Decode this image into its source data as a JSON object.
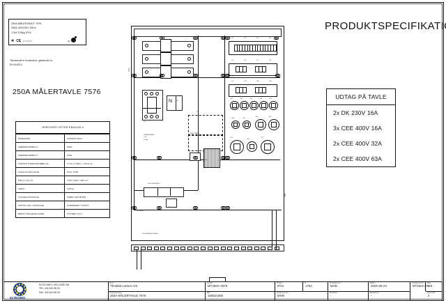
{
  "sheet": {
    "heading_right": "PRODUKTSPECIFIKATION",
    "title_left": "250A MÅLERTAVLE 7576"
  },
  "rating_plate": {
    "line1": "250A MÅLERTAVLE 7576",
    "line2": "250A  400/230V  50Hz",
    "line3": "17kA    100kg      IP44",
    "mark_snow": "✲",
    "mark_ce": "CE",
    "mark_ce_sub": "0 1 2 3 4 5",
    "mark_right": "IEC"
  },
  "norm_note": {
    "line1": "Tilsvarende er konstrueret, gældende for:",
    "line2": "EN 61439-4"
  },
  "spec_table": {
    "header": "OPBYGGET EFTER EN61439-4",
    "rows": [
      {
        "key": "SPÆNDING",
        "value": "230/400V  50Hz"
      },
      {
        "key": "MÆRKESTRØM Inc",
        "value": "250A"
      },
      {
        "key": "MÆRKESTRØM Inf",
        "value": "250A"
      },
      {
        "key": "KORTSLUTNINGSSTRØM Icw",
        "value": "17 kA (1 SEK.) / 35 kA Icc"
      },
      {
        "key": "KAPSLINGSKLASSE",
        "value": "IP44 / IK08"
      },
      {
        "key": "MÅL H x B x D",
        "value": "1115 x 800 x 300 mm"
      },
      {
        "key": "VÆGT",
        "value": "100 kg"
      },
      {
        "key": "TILGANGS/AFGANG",
        "value": "KABEL FRA BUND"
      },
      {
        "key": "OPSTILLING / MONTAGE",
        "value": "UDENDØRS / STATIV"
      },
      {
        "key": "BESKYTTELSESKLASSE",
        "value": "SYSTEM TN-S"
      }
    ]
  },
  "outlets_box": {
    "header": "UDTAG PÅ TAVLE",
    "rows": [
      "2x DK 230V 16A",
      "3x CEE 400V 16A",
      "2x CEE 400V 32A",
      "2x CEE 400V 63A"
    ]
  },
  "drawing": {
    "dim_left": "1115",
    "dim_right": "1000",
    "breaker_label": "-Q1",
    "n_block": "N",
    "pe_block": "PE",
    "meter_label": "-P1",
    "meter_note": "MÅLERFELT",
    "meter_sub": "SMÅ / HÅRDT",
    "counter_note": "TRANSFORMER\n1 stk.\n250/5A",
    "group_left": "FORSYNINGSFELT",
    "bottom_field": "DOKUMENTATIONSFELT",
    "base_label": "PE",
    "pe_tags": [
      "PE 300x600",
      "PE 300x600",
      "PE 300x600",
      "PE 400x600"
    ],
    "rail_labels_1": [
      "-F1",
      "-F2",
      "-F3",
      "-F4"
    ],
    "rail_labels_2": [
      "-F5",
      "-F6",
      "-F7",
      "-F8"
    ],
    "rail_labels_3": [
      "-F9",
      "-F10",
      "-F11",
      "-F12"
    ],
    "socket_row1": [
      "-X01",
      "-X02",
      "-X03",
      "-X04",
      "-X05"
    ],
    "socket_row2": [
      "-X06",
      "-X07",
      "-X08",
      "-X09"
    ],
    "socket_row3": [
      "-X10",
      "-X11",
      "-X12"
    ]
  },
  "title_block": {
    "company_name": "ELTECHNO I VELLINGE AB",
    "company_tel": "TEL: 040 619 96 00",
    "company_fax": "FAX: 040 619 96 09",
    "logo_text": "ELTECHNO",
    "fields": [
      {
        "label": "Kund",
        "value": "Thorkild Larsen A/S"
      },
      {
        "label": "Projekt",
        "value": "MT250A-7576"
      },
      {
        "label": "Typebetegnelse",
        "value": "250A MÅLERTAVLE 7576"
      },
      {
        "label": "IP Klas.",
        "value": "IP44"
      },
      {
        "label": "Mål",
        "value": "1000x1000"
      },
      {
        "label": "In",
        "value": "175A"
      },
      {
        "label": "Projekteret av",
        "value": "MHN"
      },
      {
        "label": "Konstrueret av",
        "value": "MHN"
      },
      {
        "label": "Datum",
        "value": "2025-06-24"
      },
      {
        "label": "Reviderat",
        "value": "-"
      },
      {
        "label": "Anlægsnummer",
        "value": "MT250A-7576"
      },
      {
        "label": "Beteckning",
        "value": "-"
      },
      {
        "label": "Blad",
        "value": "1"
      },
      {
        "label": "Antal blad",
        "value": "2"
      }
    ]
  }
}
